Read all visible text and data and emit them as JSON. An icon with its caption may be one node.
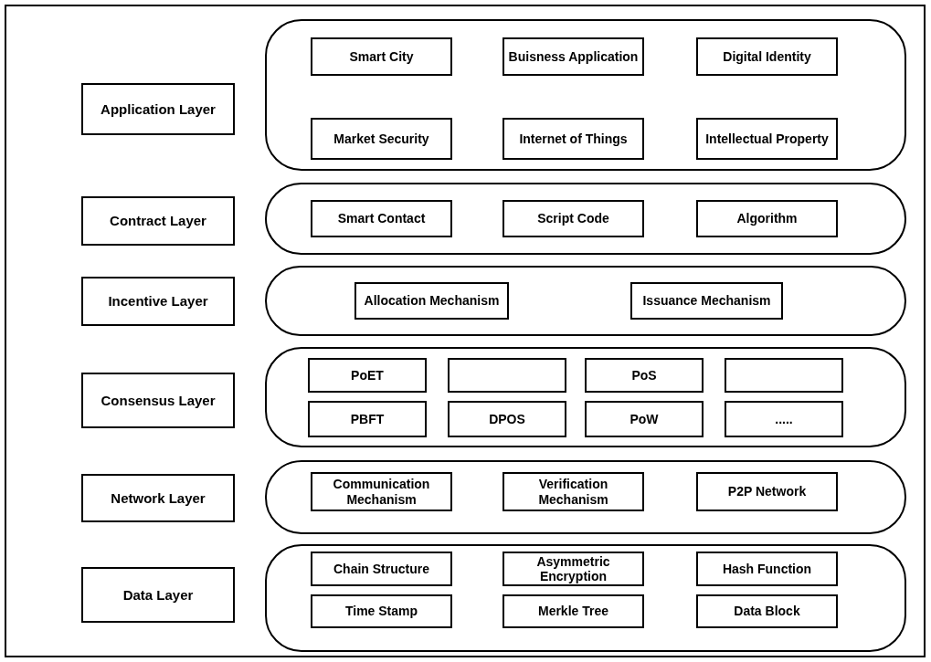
{
  "diagram": {
    "nodes": [
      {
        "text": [
          "Application Layer"
        ]
      },
      {
        "text": [],
        "shape": "capsule"
      },
      {
        "text": [
          "Smart City"
        ],
        "in": 1
      },
      {
        "text": [
          "Buisness Application"
        ],
        "in": 1
      },
      {
        "text": [
          "Digital Identity"
        ],
        "in": 1
      },
      {
        "text": [
          "Market Security"
        ],
        "in": 1
      },
      {
        "text": [
          "Internet of Things"
        ],
        "in": 1
      },
      {
        "text": [
          "Intellectual Property"
        ],
        "in": 1
      },
      {
        "text": [
          "Contract Layer"
        ]
      },
      {
        "text": [],
        "shape": "capsule"
      },
      {
        "text": [
          "Smart Contact"
        ],
        "in": 9
      },
      {
        "text": [
          "Script Code"
        ],
        "in": 9
      },
      {
        "text": [
          "Algorithm"
        ],
        "in": 9
      },
      {
        "text": [
          "Incentive Layer"
        ]
      },
      {
        "text": [],
        "shape": "capsule"
      },
      {
        "text": [
          "Allocation Mechanism"
        ],
        "in": 14
      },
      {
        "text": [
          "Issuance Mechanism"
        ],
        "in": 14
      },
      {
        "text": [
          "Consensus Layer"
        ]
      },
      {
        "text": [],
        "shape": "capsule"
      },
      {
        "text": [
          "PoET"
        ],
        "in": 18
      },
      {
        "text": [],
        "shape": "box",
        "in": 18
      },
      {
        "text": [
          "PoS"
        ],
        "in": 18
      },
      {
        "text": [],
        "shape": "box",
        "in": 18
      },
      {
        "text": [
          "PBFT"
        ],
        "in": 18
      },
      {
        "text": [
          "DPOS"
        ],
        "in": 18
      },
      {
        "text": [
          "PoW"
        ],
        "in": 18
      },
      {
        "text": [
          "....."
        ],
        "in": 18
      },
      {
        "text": [
          "Network Layer"
        ]
      },
      {
        "text": [],
        "shape": "capsule"
      },
      {
        "text": [
          "Communication Mechanism"
        ],
        "in": 28
      },
      {
        "text": [
          "Verification Mechanism"
        ],
        "in": 28
      },
      {
        "text": [
          "P2P Network"
        ],
        "in": 28
      },
      {
        "text": [
          "Data Layer"
        ]
      },
      {
        "text": [],
        "shape": "capsule"
      },
      {
        "text": [
          "Chain Structure"
        ],
        "in": 33
      },
      {
        "text": [
          "Asymmetric Encryption"
        ],
        "in": 33
      },
      {
        "text": [
          "Hash Function"
        ],
        "in": 33
      },
      {
        "text": [
          "Time Stamp"
        ],
        "in": 33
      },
      {
        "text": [
          "Merkle Tree"
        ],
        "in": 33
      },
      {
        "text": [
          "Data Block"
        ],
        "in": 33
      }
    ]
  }
}
